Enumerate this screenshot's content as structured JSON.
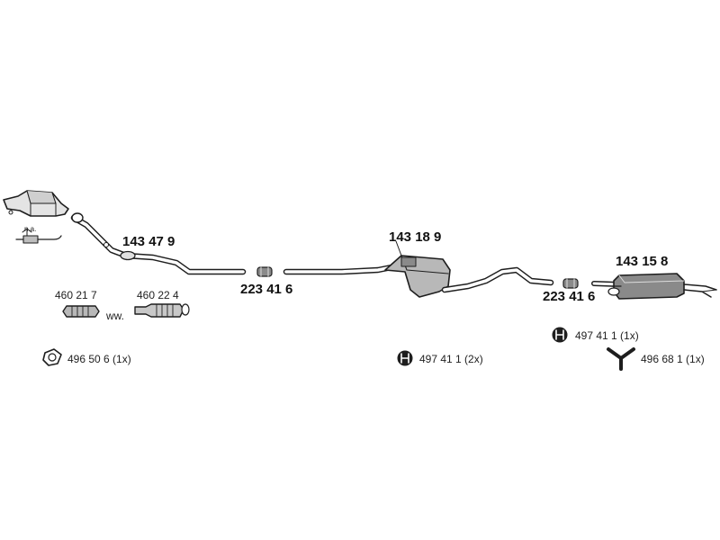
{
  "parts": {
    "front_pipe": "143 47 9",
    "middle_silencer": "143 18 9",
    "rear_silencer": "143 15 8",
    "clamp_front": "223 41 6",
    "clamp_rear": "223 41 6",
    "flex_a": "460 21 7",
    "flex_b": "460 22 4",
    "flex_or": "ww.",
    "sensor_note": "n.a."
  },
  "accessories": {
    "gasket": "496 50 6 (1x)",
    "hanger_mid": "497 41 1 (2x)",
    "hanger_rear": "497 41 1 (1x)",
    "mount_rear": "496 68 1 (1x)"
  },
  "colors": {
    "line": "#1e1e1e",
    "fill_light": "#e4e4e4",
    "fill_dark": "#8a8a8a",
    "fill_mid": "#b8b8b8"
  },
  "icons": [
    "catalytic-converter-icon",
    "oxygen-sensor-icon",
    "flex-pipe-icon",
    "gasket-ring-icon",
    "rubber-hanger-icon",
    "y-mount-icon"
  ]
}
